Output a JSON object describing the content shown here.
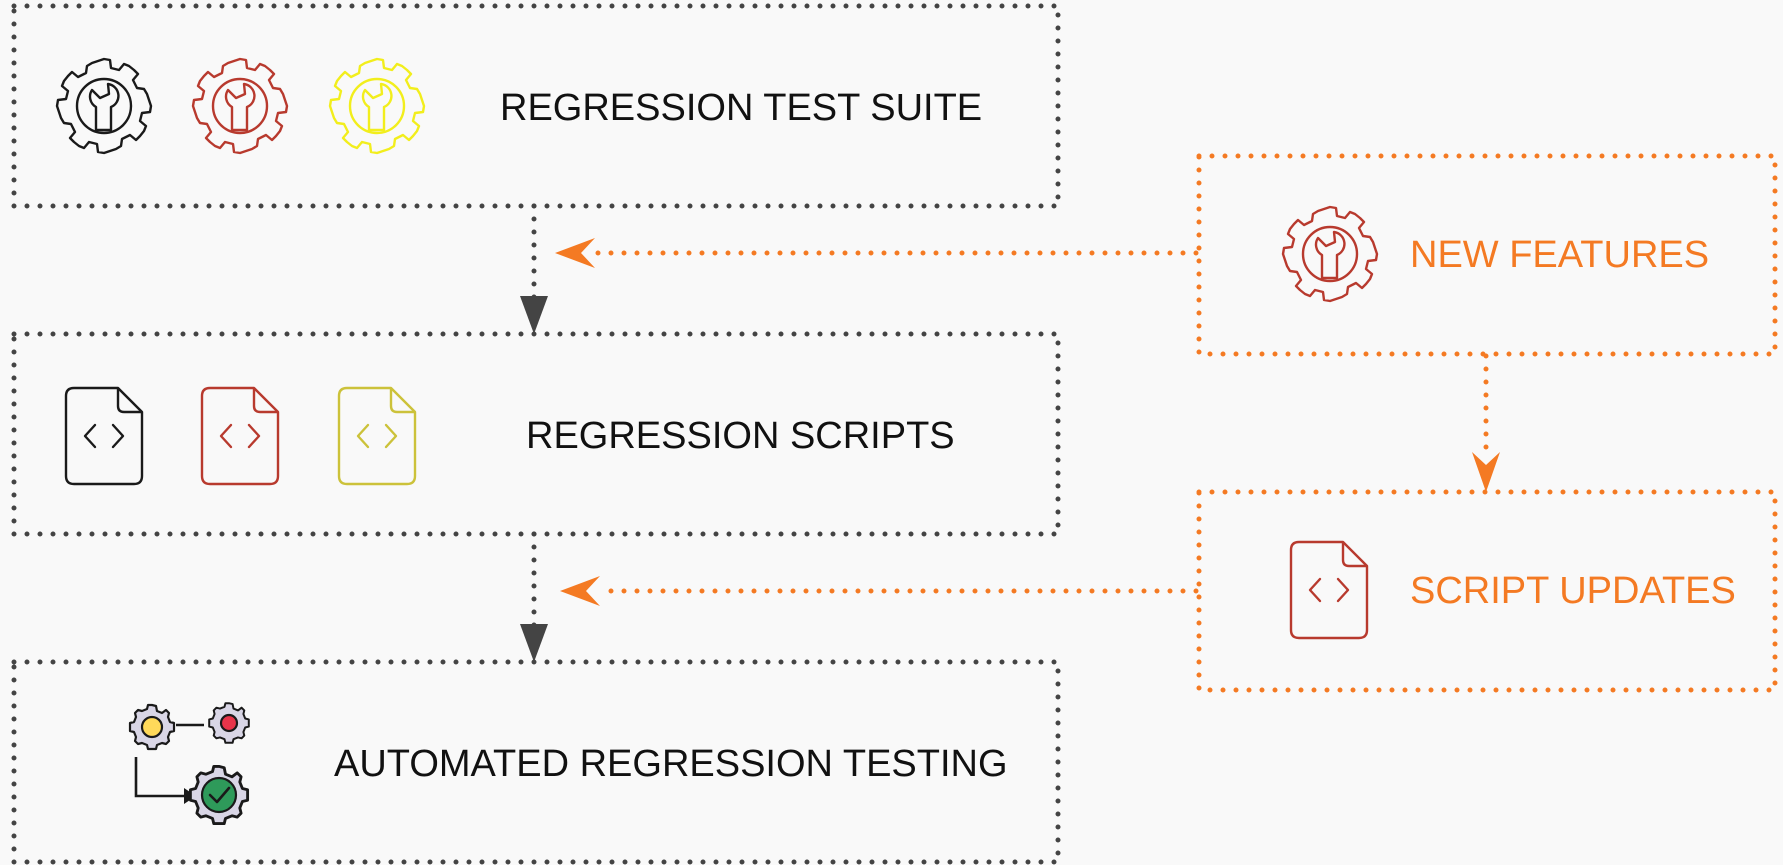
{
  "colors": {
    "background": "#f9f9f9",
    "main_border": "#444444",
    "accent": "#f47a23",
    "icon_black": "#1a1a1a",
    "icon_red": "#b83a2e",
    "icon_yellow": "#f2ee1c",
    "icon_olive": "#ccc23a",
    "gear_fill": "#d9d6e6",
    "status_yellow": "#ffd95a",
    "status_red": "#e8344a",
    "status_green": "#2e9a5a"
  },
  "boxes": {
    "suite": {
      "label": "REGRESSION TEST SUITE",
      "icons": [
        "gear-wrench-icon",
        "gear-wrench-icon",
        "gear-wrench-icon"
      ]
    },
    "scripts": {
      "label": "REGRESSION SCRIPTS",
      "icons": [
        "code-file-icon",
        "code-file-icon",
        "code-file-icon"
      ]
    },
    "automated": {
      "label": "AUTOMATED REGRESSION TESTING",
      "icons": [
        "gear-workflow-icon"
      ]
    },
    "new_features": {
      "label": "NEW FEATURES",
      "icons": [
        "gear-wrench-icon"
      ]
    },
    "script_updates": {
      "label": "SCRIPT UPDATES",
      "icons": [
        "code-file-icon"
      ]
    }
  },
  "connectors": [
    {
      "from": "suite",
      "to": "scripts",
      "style": "dotted-dark"
    },
    {
      "from": "scripts",
      "to": "automated",
      "style": "dotted-dark"
    },
    {
      "from": "new_features",
      "to": "suite-scripts-link",
      "style": "dotted-accent"
    },
    {
      "from": "new_features",
      "to": "script_updates",
      "style": "dotted-accent"
    },
    {
      "from": "script_updates",
      "to": "scripts-automated-link",
      "style": "dotted-accent"
    }
  ]
}
